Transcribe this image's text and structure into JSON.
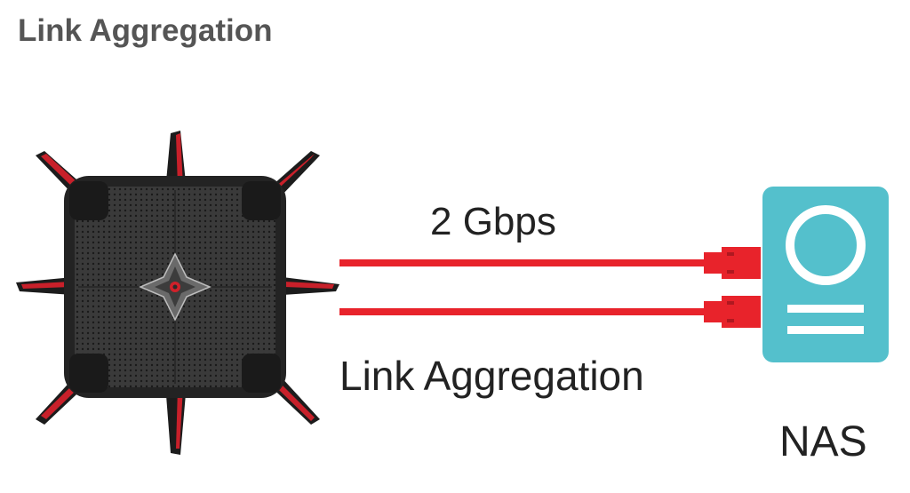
{
  "page": {
    "title": "Link Aggregation"
  },
  "diagram": {
    "speed_label": "2 Gbps",
    "link_label": "Link Aggregation",
    "nas_label": "NAS",
    "colors": {
      "cable": "#e8232b",
      "nas_body": "#54c0cc",
      "nas_detail": "#ffffff",
      "router_body": "#2b2b2b",
      "router_accent": "#d0212a",
      "title_text": "#555555"
    },
    "icons": [
      "router-icon",
      "nas-icon"
    ]
  }
}
